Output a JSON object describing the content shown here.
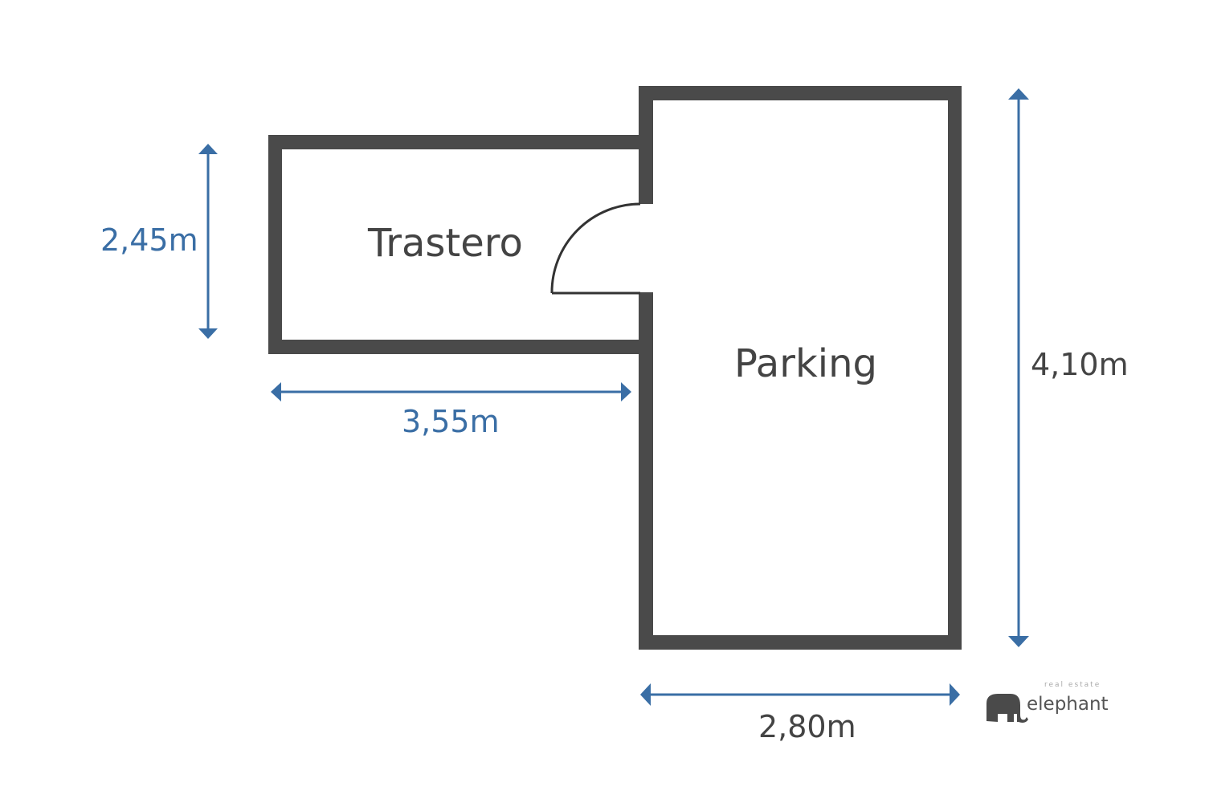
{
  "plan": {
    "rooms": [
      {
        "name": "Trastero"
      },
      {
        "name": "Parking"
      }
    ],
    "dimensions": {
      "trastero_height": "2,45m",
      "trastero_width": "3,55m",
      "parking_height": "4,10m",
      "parking_width": "2,80m"
    }
  },
  "logo": {
    "tagline": "real estate",
    "name": "elephant"
  },
  "colors": {
    "wall": "#4a4a4a",
    "dimension_blue": "#3a6ea5",
    "text": "#444444"
  }
}
